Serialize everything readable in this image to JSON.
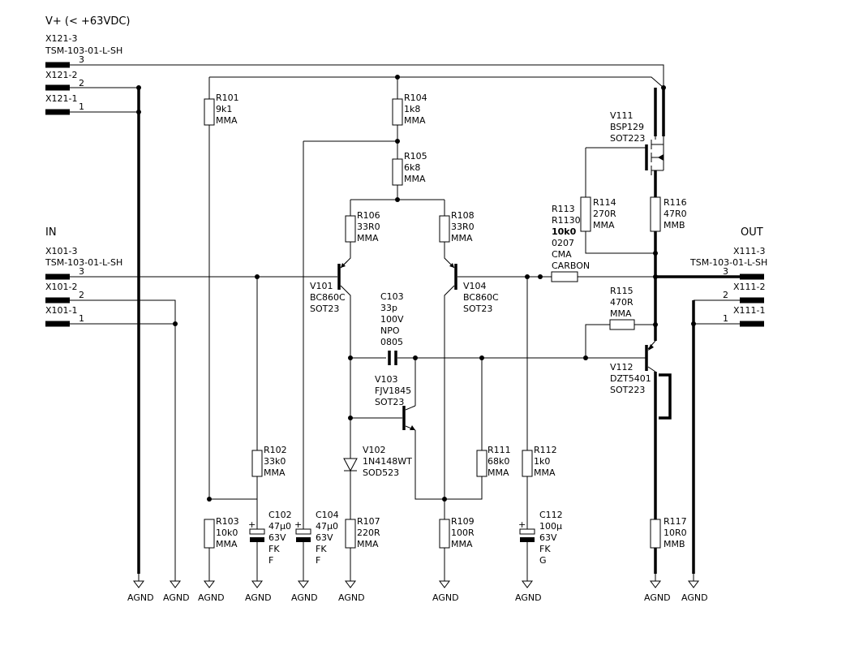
{
  "supply": {
    "label": "V+ (< +63VDC)"
  },
  "sections": {
    "in": "IN",
    "out": "OUT"
  },
  "connectors": {
    "x121": {
      "pin3": "X121-3",
      "part": "TSM-103-01-L-SH",
      "pin2": "X121-2",
      "pin1": "X121-1",
      "n3": "3",
      "n2": "2",
      "n1": "1"
    },
    "x101": {
      "pin3": "X101-3",
      "part": "TSM-103-01-L-SH",
      "pin2": "X101-2",
      "pin1": "X101-1",
      "n3": "3",
      "n2": "2",
      "n1": "1"
    },
    "x111": {
      "pin3": "X111-3",
      "part": "TSM-103-01-L-SH",
      "pin2": "X111-2",
      "pin1": "X111-1",
      "n3": "3",
      "n2": "2",
      "n1": "1"
    }
  },
  "resistors": {
    "r101": {
      "ref": "R101",
      "value": "9k1",
      "type": "MMA"
    },
    "r104": {
      "ref": "R104",
      "value": "1k8",
      "type": "MMA"
    },
    "r105": {
      "ref": "R105",
      "value": "6k8",
      "type": "MMA"
    },
    "r106": {
      "ref": "R106",
      "value": "33R0",
      "type": "MMA"
    },
    "r108": {
      "ref": "R108",
      "value": "33R0",
      "type": "MMA"
    },
    "r113": {
      "ref": "R113",
      "alt": "R1130",
      "value": "10k0",
      "package": "0207",
      "type": "CMA",
      "tech": "CARBON"
    },
    "r114": {
      "ref": "R114",
      "value": "270R",
      "type": "MMA"
    },
    "r116": {
      "ref": "R116",
      "value": "47R0",
      "type": "MMB"
    },
    "r115": {
      "ref": "R115",
      "value": "470R",
      "type": "MMA"
    },
    "r102": {
      "ref": "R102",
      "value": "33k0",
      "type": "MMA"
    },
    "r103": {
      "ref": "R103",
      "value": "10k0",
      "type": "MMA"
    },
    "r107": {
      "ref": "R107",
      "value": "220R",
      "type": "MMA"
    },
    "r109": {
      "ref": "R109",
      "value": "100R",
      "type": "MMA"
    },
    "r111": {
      "ref": "R111",
      "value": "68k0",
      "type": "MMA"
    },
    "r112": {
      "ref": "R112",
      "value": "1k0",
      "type": "MMA"
    },
    "r117": {
      "ref": "R117",
      "value": "10R0",
      "type": "MMB"
    }
  },
  "capacitors": {
    "c103": {
      "ref": "C103",
      "value": "33p",
      "voltage": "100V",
      "dielectric": "NPO",
      "package": "0805"
    },
    "c102": {
      "ref": "C102",
      "value": "47µ0",
      "voltage": "63V",
      "series": "FK",
      "code": "F"
    },
    "c104": {
      "ref": "C104",
      "value": "47µ0",
      "voltage": "63V",
      "series": "FK",
      "code": "F"
    },
    "c112": {
      "ref": "C112",
      "value": "100µ",
      "voltage": "63V",
      "series": "FK",
      "code": "G"
    }
  },
  "semis": {
    "v101": {
      "ref": "V101",
      "part": "BC860C",
      "package": "SOT23"
    },
    "v104": {
      "ref": "V104",
      "part": "BC860C",
      "package": "SOT23"
    },
    "v103": {
      "ref": "V103",
      "part": "FJV1845",
      "package": "SOT23"
    },
    "v102": {
      "ref": "V102",
      "part": "1N4148WT",
      "package": "SOD523"
    },
    "v111": {
      "ref": "V111",
      "part": "BSP129",
      "package": "SOT223"
    },
    "v112": {
      "ref": "V112",
      "part": "DZT5401",
      "package": "SOT223"
    }
  },
  "grounds": {
    "label": "AGND"
  },
  "plus": {
    "mark": "+"
  }
}
